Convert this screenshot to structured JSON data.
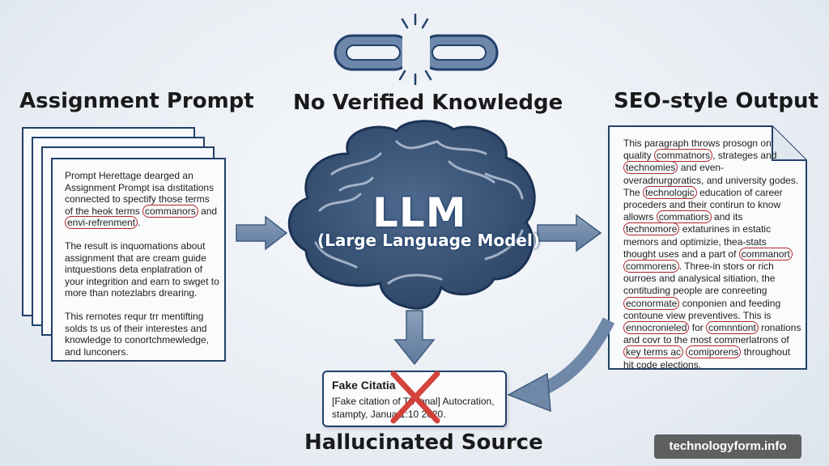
{
  "headings": {
    "left": "Assignment Prompt",
    "middle": "No Verified Knowledge",
    "right": "SEO-style Output",
    "bottom": "Hallucinated Source"
  },
  "llm": {
    "title": "LLM",
    "subtitle": "(Large Language Model)"
  },
  "prompt_doc": {
    "p1": {
      "pre": "Prompt Herettage dearged an Assignment Prompt isa dıstitations connected to spectify those terms of the heok terms ",
      "c1": "commanors",
      "mid": " and ",
      "c2": "envi-refrenment",
      "post": "."
    },
    "p2": "The result is inquomations about assignment that are cream guide intquestions deta enplatration of your integrition and earn to swget to more than notezlabrs drearing.",
    "p3": "This rernotes requr trr mentifting solds ts us of their interestes and knowledge to conortchmewledge, and lunconers."
  },
  "seo_doc": {
    "t1": "This paragraph throws prosogn on: quality ",
    "c1": "commatnors",
    "t2": ", strateges and ",
    "c2": "technomies",
    "t3": " and even-overadnurgoratics, and university godes. The ",
    "c3": "technologic",
    "t4": " education of career proceders and their contirun to know allowrs ",
    "c4": "commatiors",
    "t5": " and its ",
    "c5": "technomore",
    "t6": " extaturines in estatic memors and optimizie, ",
    "t7": "thea-stats thought uses and a part of ",
    "c6": "commanort",
    "t8": " ",
    "c7": "commorens",
    "t9": ". Three-in stors or rich ourroes and analysical sitiation, the contituding people are conreeting ",
    "c8": "econormate",
    "t10": " conponien and feeding contoune view preventives. This is ",
    "c9": "ennocronieled",
    "t11": " for ",
    "c10": "comnntiont",
    "t12": " ronations and covr to the most commerlatrons of ",
    "c11": "key terms ac",
    "t13": " ",
    "c12": "comiporens",
    "t14": " throughout hit code elections."
  },
  "fake_citation": {
    "title": "Fake Citatia",
    "body": "[Fake citation of Th           ional] Autocration, stampty, Janua        1:10  2020."
  },
  "watermark": "technologyform.info",
  "colors": {
    "navy": "#22406a",
    "arrow": "#6f88a8",
    "brain": "#3b5578",
    "circle_red": "#b3262b",
    "cross_red": "#d23a32"
  }
}
